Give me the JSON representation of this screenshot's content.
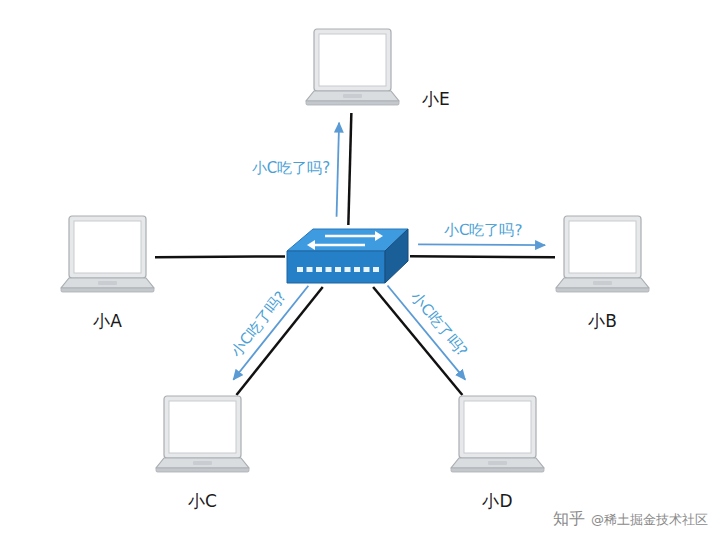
{
  "diagram": {
    "nodes": [
      {
        "text": [
          "小E"
        ]
      },
      {
        "text": [
          "小A"
        ]
      },
      {
        "text": []
      },
      {
        "text": [
          "小B"
        ]
      },
      {
        "text": [
          "小C"
        ]
      },
      {
        "text": [
          "小D"
        ]
      }
    ],
    "edges": [
      {
        "from": 2,
        "to": 0,
        "arrow": "to",
        "label": "小C吃了吗?"
      },
      {
        "from": 2,
        "to": 1,
        "arrow": "none"
      },
      {
        "from": 2,
        "to": 3,
        "arrow": "to",
        "label": "小C吃了吗?"
      },
      {
        "from": 2,
        "to": 4,
        "arrow": "to",
        "label": "小C吃了吗?"
      },
      {
        "from": 2,
        "to": 5,
        "arrow": "to",
        "label": "小C吃了吗?"
      }
    ],
    "labels": [
      "知乎",
      "@稀土掘金技术社区"
    ]
  }
}
